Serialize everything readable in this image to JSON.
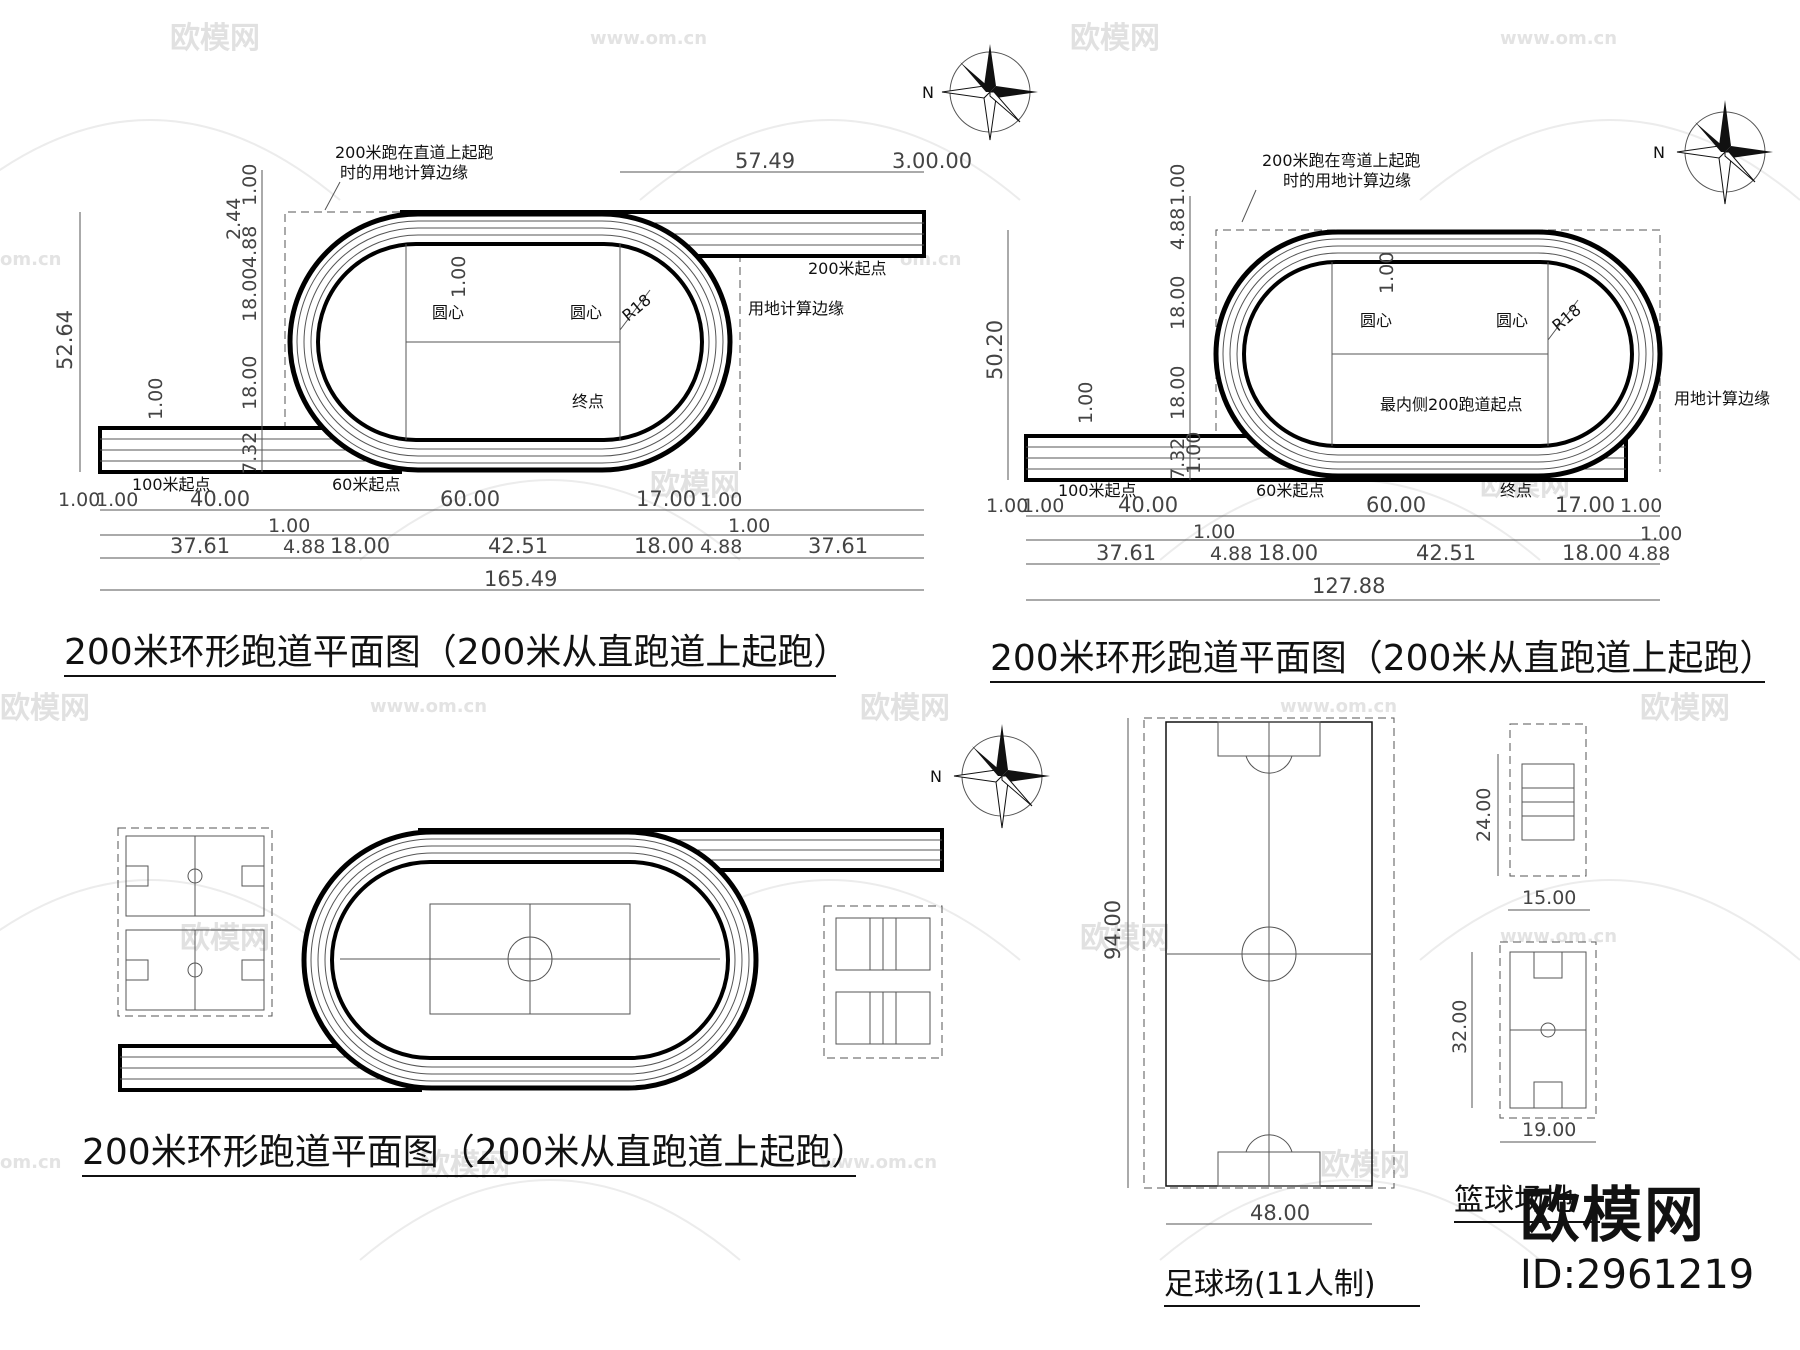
{
  "watermark": {
    "brand": "欧模网",
    "url": "www.om.cn",
    "short_url": "om.cn"
  },
  "plan1": {
    "title": "200米环形跑道平面图（200米从直跑道上起跑）",
    "note_line1": "200米跑在直道上起跑",
    "note_line2": "时的用地计算边缘",
    "labels": {
      "center_left": "圆心",
      "center_right": "圆心",
      "radius": "R18",
      "finish": "终点",
      "start_200": "200米起点",
      "start_100": "100米起点",
      "start_60": "60米起点",
      "boundary": "用地计算边缘"
    },
    "dims": {
      "top_len": "57.49",
      "top_ext": "3.00.00",
      "height": "52.64",
      "v1": "2.44",
      "v2": "1.00",
      "v3": "4.88",
      "v4": "18.00",
      "v5": "18.00",
      "v6": "7.32",
      "v7": "1.00",
      "v8": "1.00",
      "r1_a": "1.00",
      "r1_b": "1.00",
      "r1_c": "40.00",
      "r1_d": "60.00",
      "r1_e": "17.00",
      "r1_f": "1.00",
      "r2_a": "1.00",
      "r2_b": "1.00",
      "r3_a": "37.61",
      "r3_b": "4.88",
      "r3_c": "18.00",
      "r3_d": "42.51",
      "r3_e": "18.00",
      "r3_f": "4.88",
      "r3_g": "37.61",
      "total": "165.49"
    }
  },
  "plan2": {
    "title": "200米环形跑道平面图（200米从直跑道上起跑）",
    "note_line1": "200米跑在弯道上起跑",
    "note_line2": "时的用地计算边缘",
    "labels": {
      "center_left": "圆心",
      "center_right": "圆心",
      "radius": "R18",
      "inner_start": "最内侧200跑道起点",
      "start_100": "100米起点",
      "start_60": "60米起点",
      "finish": "终点",
      "boundary": "用地计算边缘"
    },
    "dims": {
      "height": "50.20",
      "v1": "4.88",
      "v2": "1.00",
      "v3": "18.00",
      "v4": "18.00",
      "v5": "1.00",
      "v6": "1.00",
      "v7": "7.32",
      "v8": "1.00",
      "r1_a": "1.00",
      "r1_b": "1.00",
      "r1_c": "40.00",
      "r1_d": "60.00",
      "r1_e": "17.00",
      "r1_f": "1.00",
      "r2_a": "1.00",
      "r2_b": "1.00",
      "r3_a": "37.61",
      "r3_b": "4.88",
      "r3_c": "18.00",
      "r3_d": "42.51",
      "r3_e": "18.00",
      "r3_f": "4.88",
      "total": "127.88"
    }
  },
  "plan3": {
    "title": "200米环形跑道平面图（200米从直跑道上起跑）"
  },
  "football": {
    "title": "足球场(11人制)",
    "height": "94.00",
    "width": "48.00"
  },
  "basketball": {
    "title": "篮球场地",
    "volley_height": "24.00",
    "volley_width": "15.00",
    "court_height": "32.00",
    "court_width": "19.00"
  },
  "compass": {
    "north": "N"
  },
  "brand_block": {
    "name": "欧模网",
    "id": "ID:2961219"
  }
}
